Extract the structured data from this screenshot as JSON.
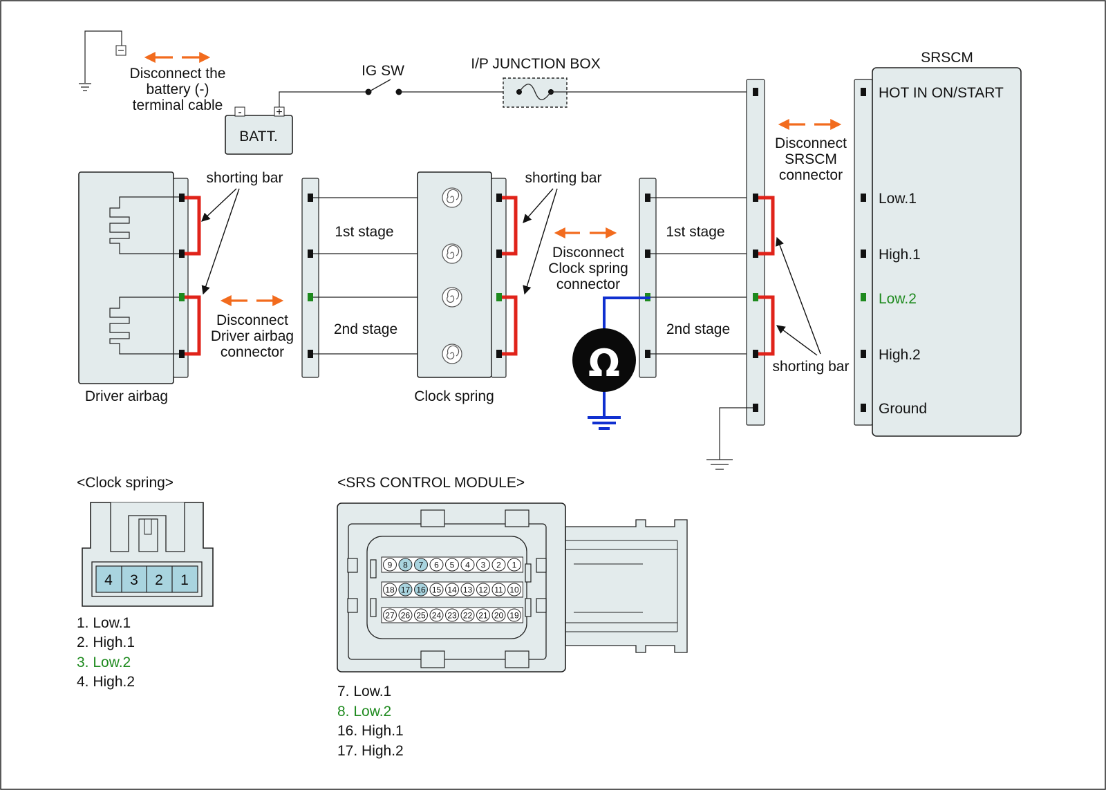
{
  "colors": {
    "panel": "#e3ebec",
    "shorting_bar": "#e0231a",
    "disconnect_arrow": "#f26b1d",
    "ground_probe": "#1030d0",
    "low2_highlight": "#1e8a1e",
    "pin_highlight": "#a9d4df"
  },
  "battery_note": [
    "Disconnect the",
    "battery (-)",
    "terminal cable"
  ],
  "battery": {
    "label": "BATT.",
    "neg": "-",
    "pos": "+"
  },
  "ig_sw": "IG SW",
  "junction_box": "I/P JUNCTION BOX",
  "srscm": {
    "title": "SRSCM",
    "terminals": [
      "HOT IN ON/START",
      "Low.1",
      "High.1",
      "Low.2",
      "High.2",
      "Ground"
    ]
  },
  "disconnect_srscm": [
    "Disconnect",
    "SRSCM",
    "connector"
  ],
  "disconnect_clock": [
    "Disconnect",
    "Clock spring",
    "connector"
  ],
  "disconnect_driver": [
    "Disconnect",
    "Driver airbag",
    "connector"
  ],
  "shorting_bar": "shorting bar",
  "stage1": "1st stage",
  "stage2": "2nd stage",
  "driver_airbag": "Driver airbag",
  "clock_spring": "Clock spring",
  "ohm_symbol": "Ω",
  "clock_connector": {
    "title": "<Clock spring>",
    "pins": [
      "4",
      "3",
      "2",
      "1"
    ],
    "legend": [
      "1. Low.1",
      "2. High.1",
      "3. Low.2",
      "4. High.2"
    ]
  },
  "srs_module": {
    "title": "<SRS CONTROL MODULE>",
    "row1": [
      "9",
      "8",
      "7",
      "6",
      "5",
      "4",
      "3",
      "2",
      "1"
    ],
    "row2": [
      "18",
      "17",
      "16",
      "15",
      "14",
      "13",
      "12",
      "11",
      "10"
    ],
    "row3": [
      "27",
      "26",
      "25",
      "24",
      "23",
      "22",
      "21",
      "20",
      "19"
    ],
    "highlighted_pins": [
      "8",
      "7",
      "17",
      "16"
    ],
    "legend": [
      "7. Low.1",
      "8. Low.2",
      "16. High.1",
      "17. High.2"
    ]
  }
}
